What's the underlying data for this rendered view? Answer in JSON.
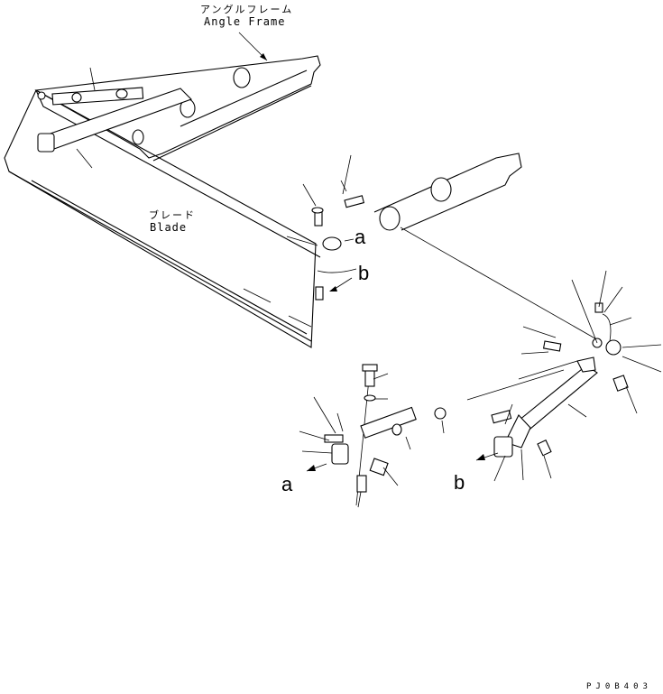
{
  "labels": {
    "angle_frame_jp": "アングルフレーム",
    "angle_frame_en": "Angle Frame",
    "blade_jp": "ブレード",
    "blade_en": "Blade",
    "ref_a_upper": "a",
    "ref_b_upper": "b",
    "ref_a_lower": "a",
    "ref_b_lower": "b",
    "drawing_code": "PJ0B403"
  },
  "colors": {
    "line": "#000000",
    "background": "#ffffff"
  }
}
